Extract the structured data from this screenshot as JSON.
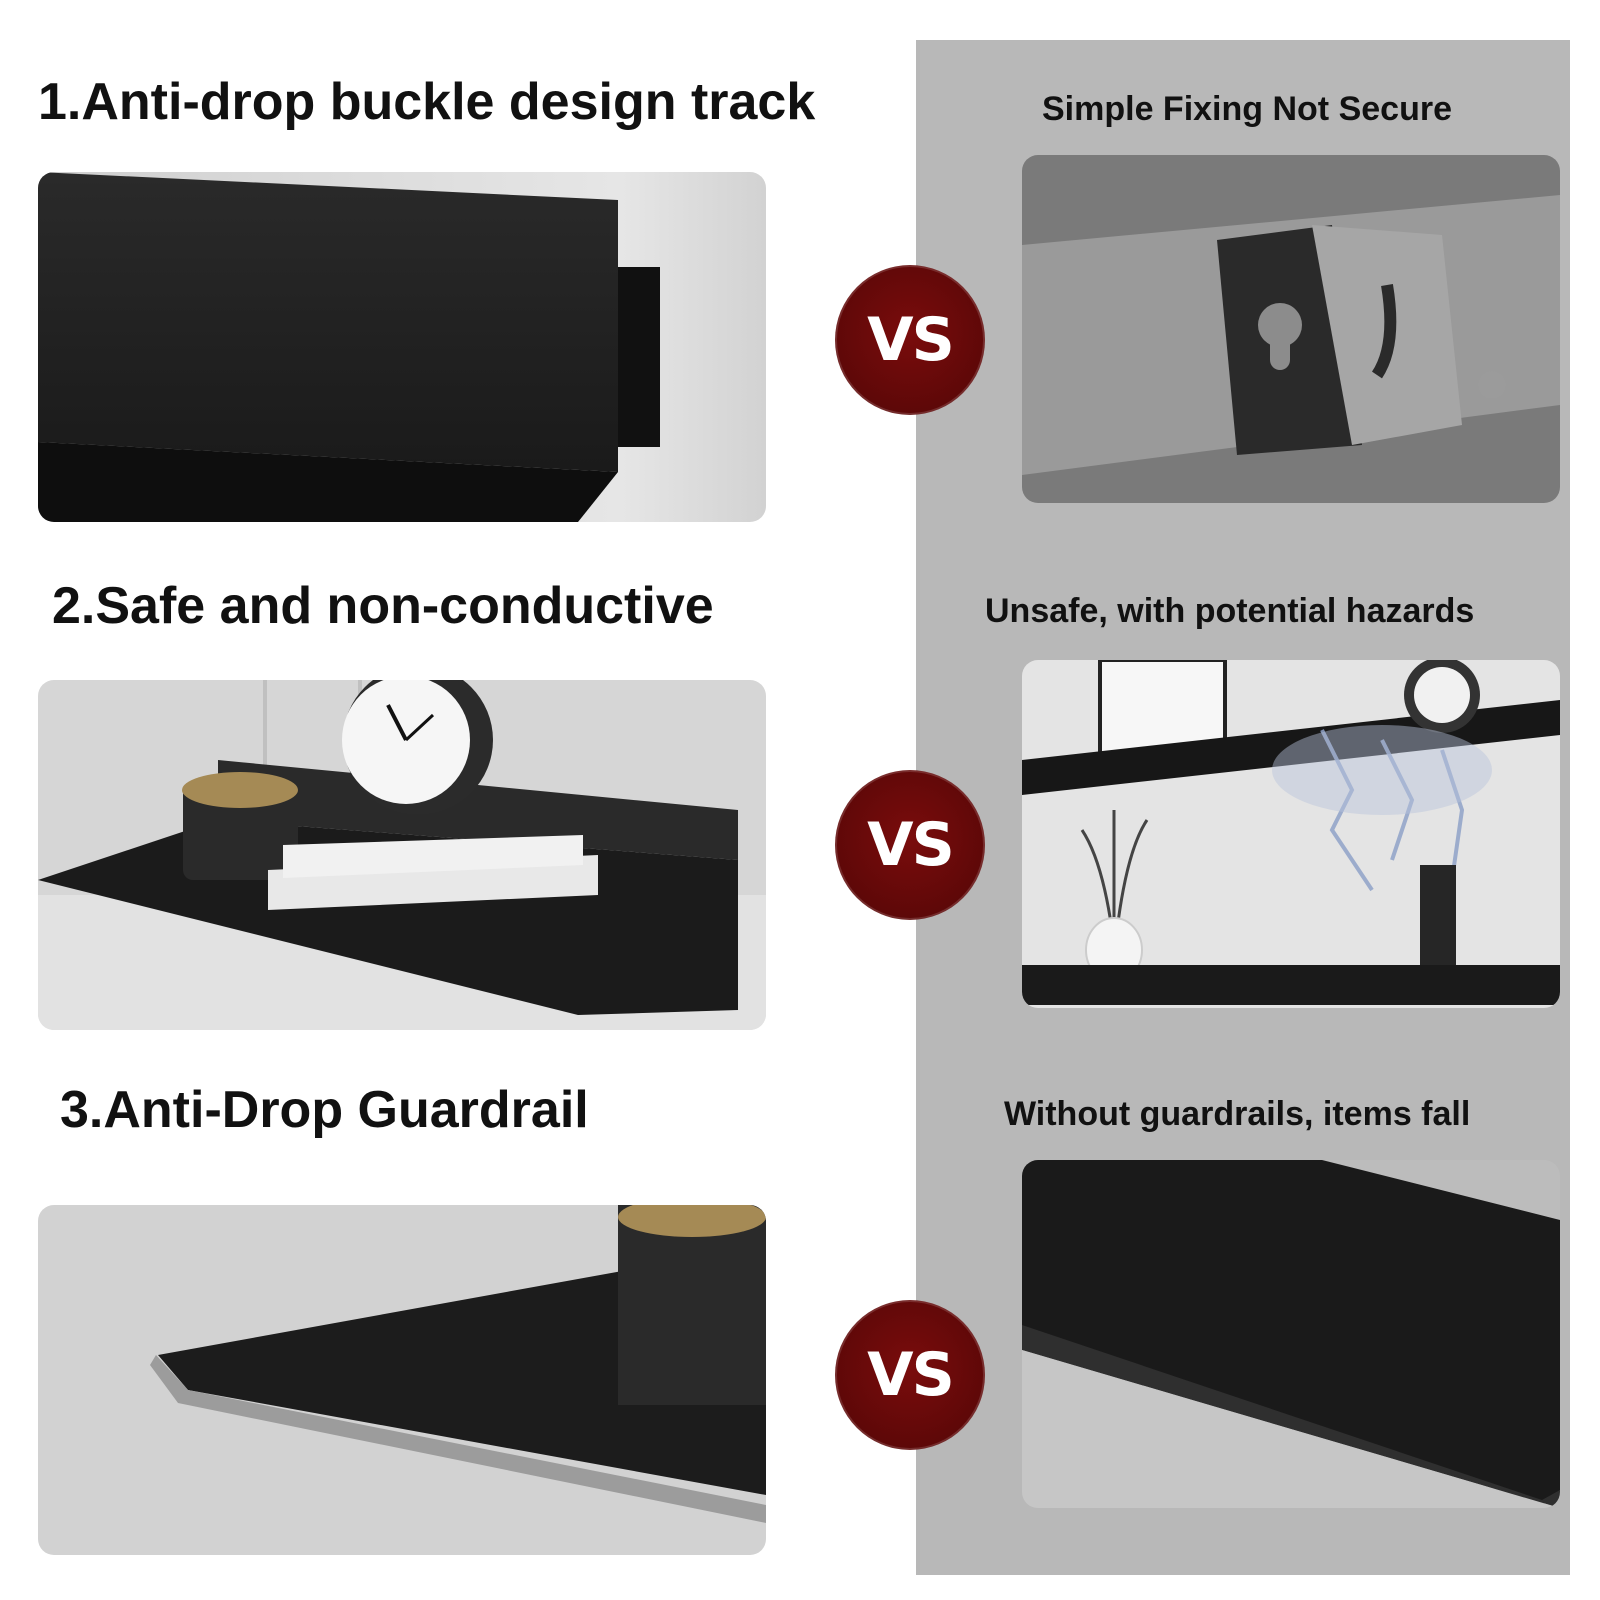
{
  "sections": [
    {
      "feature_title": "1.Anti-drop buckle design track",
      "comparison_title": "Simple Fixing Not Secure",
      "vs_label": "VS"
    },
    {
      "feature_title": "2.Safe and non-conductive",
      "comparison_title": "Unsafe, with potential hazards",
      "vs_label": "VS"
    },
    {
      "feature_title": "3.Anti-Drop Guardrail",
      "comparison_title": "Without guardrails, items fall",
      "vs_label": "VS"
    }
  ],
  "colors": {
    "vs_badge": "#6b0a0a",
    "comparison_panel": "#b8b8b8",
    "shelf_black": "#151515"
  }
}
